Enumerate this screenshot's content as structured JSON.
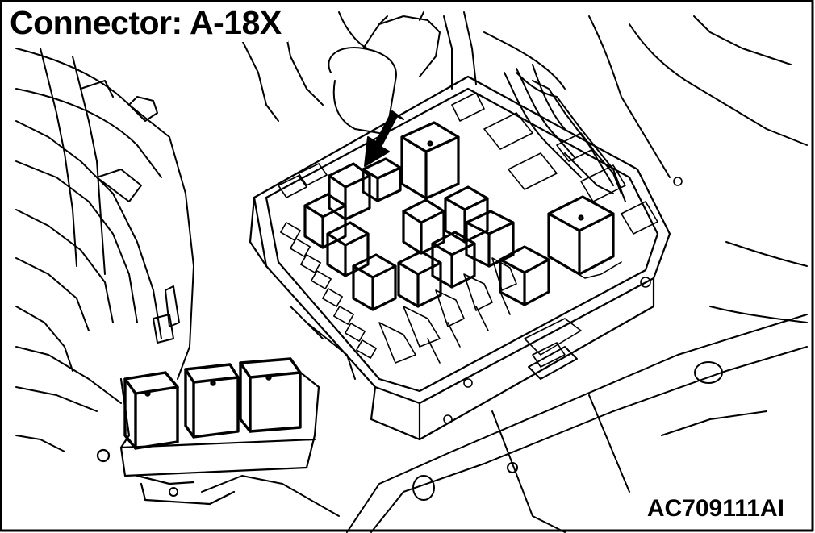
{
  "title": "Connector: A-18X",
  "figure_id": "AC709111AI",
  "line_color": "#000000",
  "background_color": "#ffffff",
  "callout": "arrow-pointer pointing to the small relay (connector A-18X) in the relay box"
}
